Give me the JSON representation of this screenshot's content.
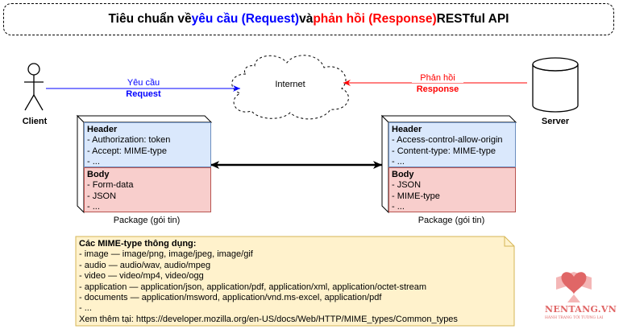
{
  "title": {
    "part1": "Tiêu chuẩn về ",
    "part2": "yêu cầu (Request)",
    "part3": " và ",
    "part4": "phản hồi (Response)",
    "part5": " RESTful API"
  },
  "client": {
    "label": "Client"
  },
  "server": {
    "label": "Server"
  },
  "internet": {
    "label": "Internet"
  },
  "request_arrow": {
    "label": "Yêu cầu",
    "sublabel": "Request",
    "color": "#0000ff"
  },
  "response_arrow": {
    "label": "Phản hồi",
    "sublabel": "Response",
    "color": "#ff0000"
  },
  "left_package": {
    "header_title": "Header",
    "header_lines": [
      "- Authorization: token",
      "- Accept: MIME-type",
      "- ..."
    ],
    "body_title": "Body",
    "body_lines": [
      "- Form-data",
      "- JSON",
      "- ..."
    ],
    "caption": "Package (gói tin)"
  },
  "right_package": {
    "header_title": "Header",
    "header_lines": [
      "- Access-control-allow-origin",
      "- Content-type: MIME-type",
      "- ..."
    ],
    "body_title": "Body",
    "body_lines": [
      "- JSON",
      "- MIME-type",
      "- ..."
    ],
    "caption": "Package (gói tin)"
  },
  "mime_note": {
    "title": "Các MIME-type thông dụng:",
    "lines": [
      "- image — image/png, image/jpeg, image/gif",
      "- audio — audio/wav, audio/mpeg",
      "- video — video/mp4, video/ogg",
      "- application — application/json, application/pdf, application/xml, application/octet-stream",
      "- documents — application/msword, application/vnd.ms-excel, application/pdf",
      "- ..."
    ],
    "footer": "Xem thêm tại: https://developer.mozilla.org/en-US/docs/Web/HTTP/MIME_types/Common_types"
  },
  "logo": {
    "name": "NENTANG.VN",
    "tagline": "HÀNH TRANG TỚI TƯƠNG LAI",
    "color": "#e06666"
  },
  "colors": {
    "header_fill": "#dae8fc",
    "header_stroke": "#6c8ebf",
    "body_fill": "#f8cecc",
    "body_stroke": "#b85450",
    "note_fill": "#fff2cc",
    "note_stroke": "#d6b656"
  }
}
